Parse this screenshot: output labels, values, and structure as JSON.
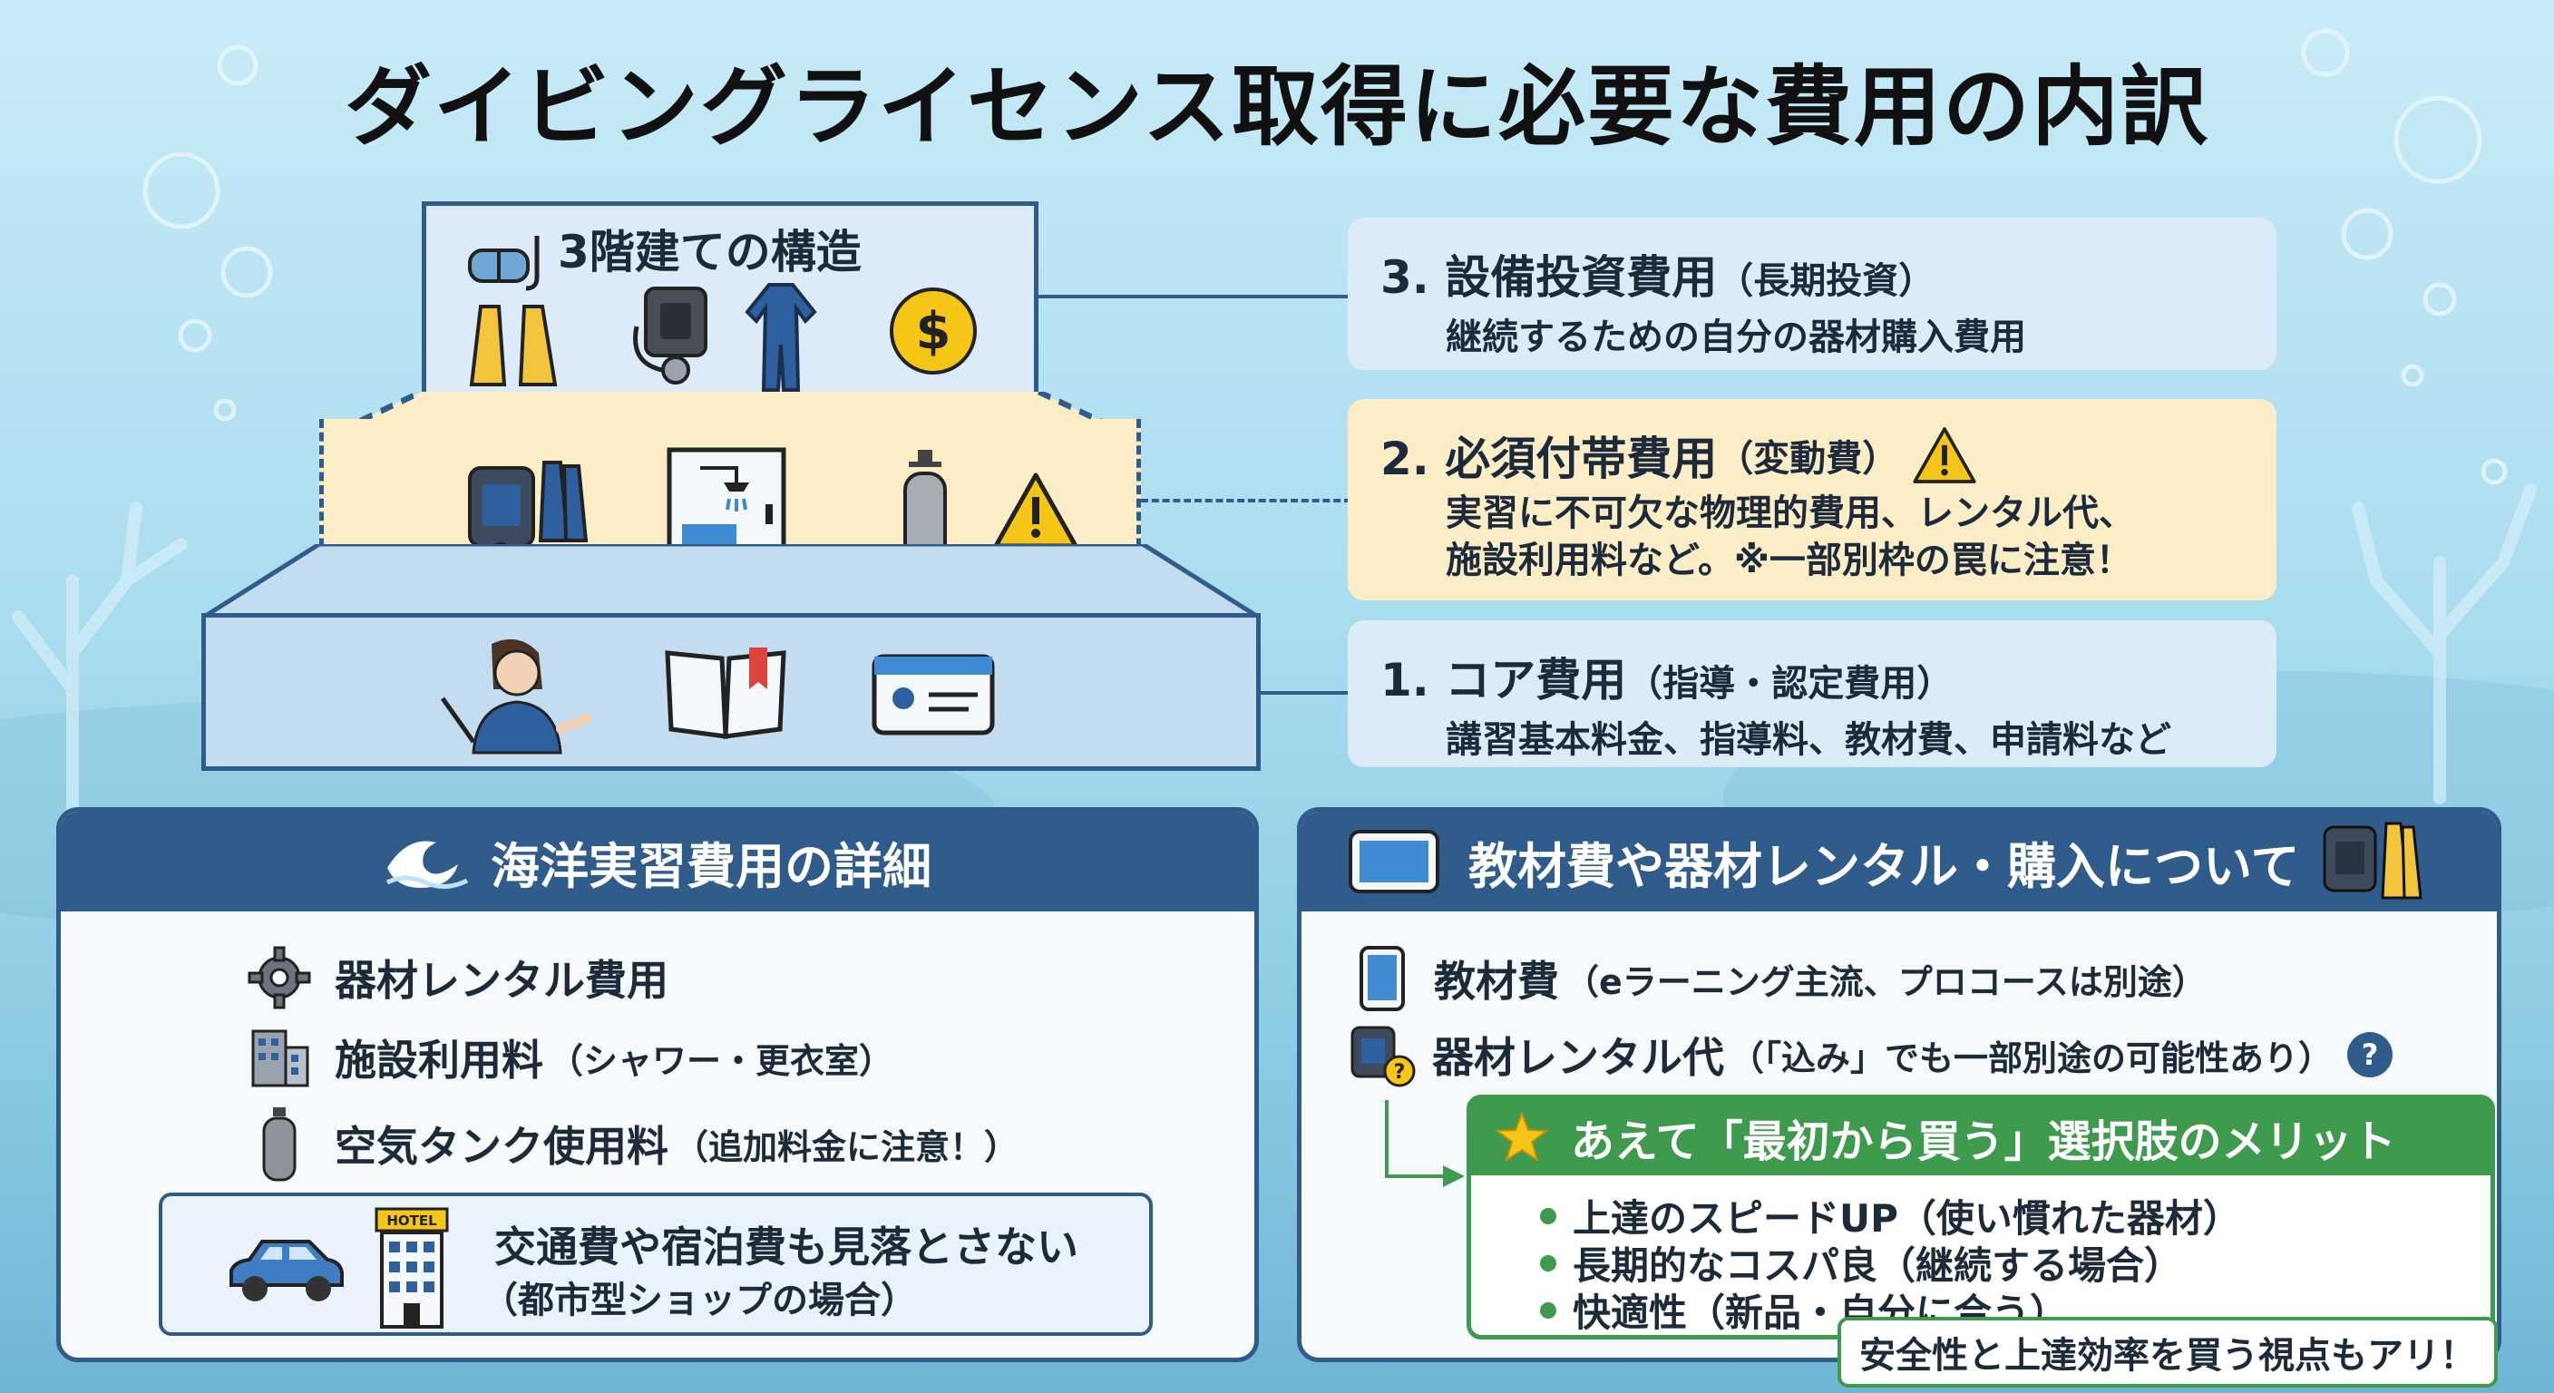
{
  "title": "ダイビングライセンス取得に必要な費用の内訳",
  "pyramid": {
    "label": "3階建ての構造"
  },
  "costs": {
    "tier3": {
      "title": "3. 設備投資費用",
      "sub": "（長期投資）",
      "desc": "継続するための自分の器材購入費用"
    },
    "tier2": {
      "title": "2. 必須付帯費用",
      "sub": "（変動費）",
      "desc1": "実習に不可欠な物理的費用、レンタル代、",
      "desc2": "施設利用料など。※一部別枠の罠に注意！"
    },
    "tier1": {
      "title": "1. コア費用",
      "sub": "（指導・認定費用）",
      "desc": "講習基本料金、指導料、教材費、申請料など"
    }
  },
  "ocean": {
    "header": "海洋実習費用の詳細",
    "items": [
      {
        "label": "器材レンタル費用",
        "sub": ""
      },
      {
        "label": "施設利用料",
        "sub": "（シャワー・更衣室）"
      },
      {
        "label": "空気タンク使用料",
        "sub": "（追加料金に注意！）"
      }
    ],
    "travel_line1": "交通費や宿泊費も見落とさない",
    "travel_line2": "（都市型ショップの場合）",
    "hotel_sign": "HOTEL"
  },
  "materials": {
    "header": "教材費や器材レンタル・購入について",
    "item1_label": "教材費",
    "item1_sub": "（eラーニング主流、プロコースは別途）",
    "item2_label": "器材レンタル代",
    "item2_sub": "（「込み」でも一部別途の可能性あり）",
    "merit_header": "あえて「最初から買う」選択肢のメリット",
    "merits": [
      "上達のスピードUP（使い慣れた器材）",
      "長期的なコスパ良（継続する場合）",
      "快適性（新品・自分に合う）"
    ],
    "merit_note": "安全性と上達効率を買う視点もアリ！"
  },
  "colors": {
    "navy": "#2f5c8a",
    "green": "#3e9a4c",
    "yellow": "#fbeec7",
    "light_blue": "#dbecf8",
    "warning": "#f5c518"
  }
}
